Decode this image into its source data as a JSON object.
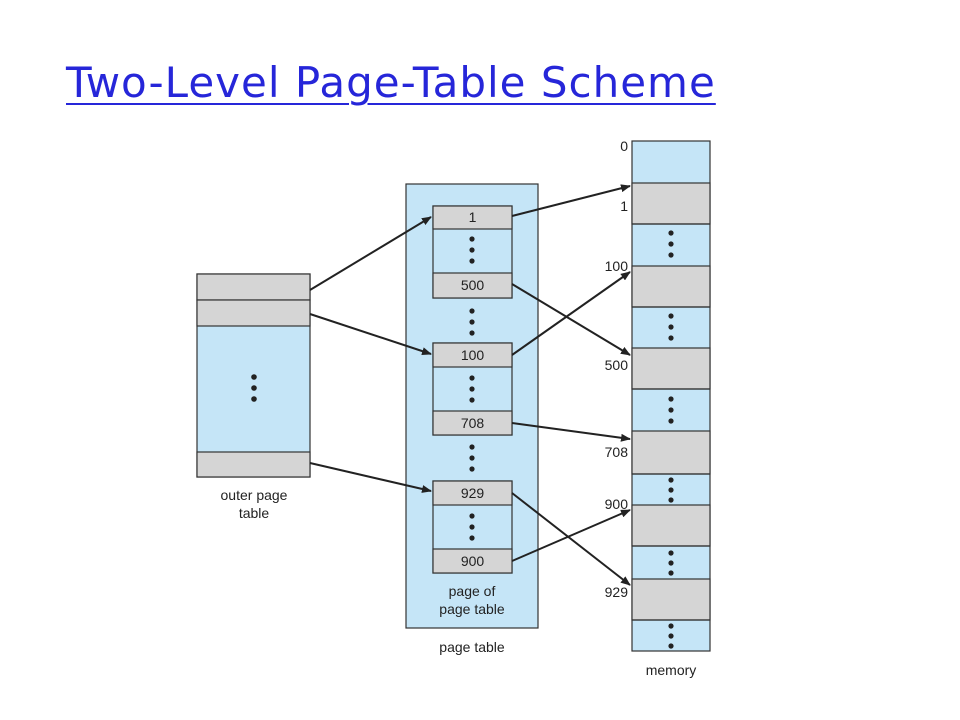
{
  "slide": {
    "title": "Two-Level Page-Table Scheme"
  },
  "diagram": {
    "outer_page_table": {
      "label_line1": "outer page",
      "label_line2": "table"
    },
    "page_table": {
      "label": "page table",
      "inner_label_line1": "page of",
      "inner_label_line2": "page table",
      "entries": [
        "1",
        "500",
        "100",
        "708",
        "929",
        "900"
      ]
    },
    "memory": {
      "label": "memory",
      "frame_labels": [
        "0",
        "1",
        "100",
        "500",
        "708",
        "900",
        "929"
      ]
    },
    "colors": {
      "title": "#2626d9",
      "fill_blue": "#c5e5f7",
      "fill_gray": "#d5d5d5",
      "stroke": "#333333"
    }
  }
}
